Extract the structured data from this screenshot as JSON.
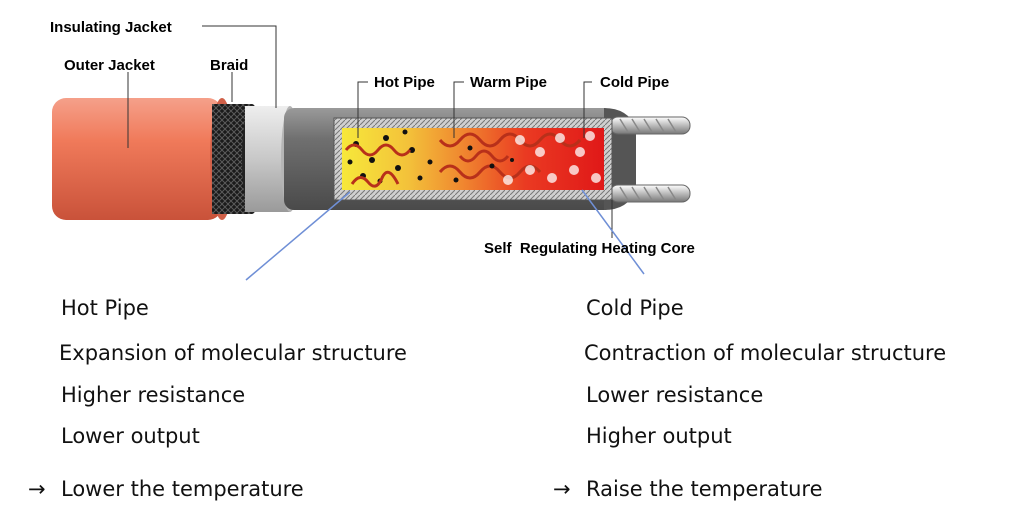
{
  "labels": {
    "insulating_jacket": "Insulating Jacket",
    "outer_jacket": "Outer Jacket",
    "braid": "Braid",
    "hot_pipe": "Hot Pipe",
    "warm_pipe": "Warm Pipe",
    "cold_pipe": "Cold Pipe",
    "core": "Self  Regulating Heating Core"
  },
  "left": {
    "title": "Hot Pipe",
    "line1": "Expansion of molecular structure",
    "line2": "Higher resistance",
    "line3": "Lower output",
    "result": "Lower the temperature"
  },
  "right": {
    "title": "Cold Pipe",
    "line1": "Contraction of molecular structure",
    "line2": "Lower resistance",
    "line3": "Higher output",
    "result": "Raise the temperature"
  },
  "arrow_glyph": "→",
  "colors": {
    "outer_jacket": "#f07a5a",
    "insulating_jacket": "#6e6e6e",
    "hot_zone": "#f5e23a",
    "warm_zone": "#f08a30",
    "cold_zone": "#e82020",
    "pointer_line": "#6f8fd6"
  }
}
